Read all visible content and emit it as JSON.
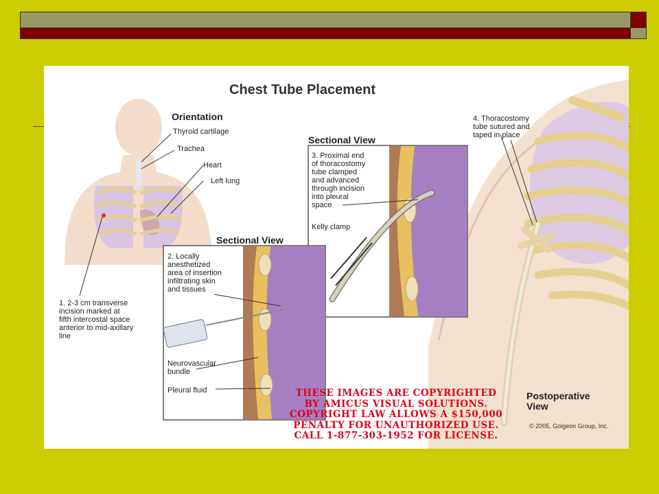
{
  "slide": {
    "colors": {
      "background": "#cccc00",
      "bar_olive": "#999966",
      "bar_maroon": "#800000"
    }
  },
  "figure": {
    "title": "Chest Tube Placement",
    "orientation": {
      "heading": "Orientation",
      "labels": {
        "thyroid": "Thyroid cartilage",
        "trachea": "Trachea",
        "heart": "Heart",
        "left_lung": "Left lung"
      },
      "step1": "1. 2-3 cm transverse\nincision marked at\nfifth intercostal space\nanterior to mid-axillary\nline"
    },
    "sectional_view_2": {
      "heading": "Sectional View",
      "step2": "2. Locally\nanesthetized\narea of insertion\ninfiltrating skin\nand tissues",
      "neurovascular": "Neurovascular\nbundle",
      "pleural_fluid": "Pleural fluid"
    },
    "sectional_view_3": {
      "heading": "Sectional View",
      "step3": "3. Proximal end\nof thoracostomy\ntube clamped\nand advanced\nthrough incision\ninto pleural\nspace",
      "kelly": "Kelly clamp"
    },
    "postoperative": {
      "step4": "4. Thoracostomy\ntube sutured and\ntaped in place",
      "heading": "Postoperative\nView"
    },
    "watermark": "These images are copyrighted\nby Amicus Visual Solutions.\nCopyright law allows a $150,000\npenalty for unauthorized use.\nCall 1-877-303-1952 for license.",
    "credit": "© 2005, Golgeon Group, Inc."
  }
}
